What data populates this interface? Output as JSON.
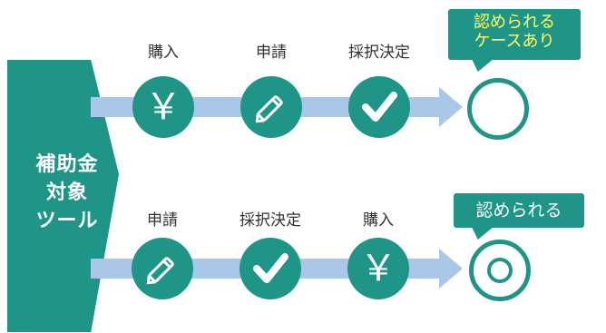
{
  "colors": {
    "teal": "#1f9587",
    "bar": "#a9c7e8",
    "yellow": "#ffff66"
  },
  "tag": {
    "lines": [
      "補助金",
      "対象",
      "ツール"
    ]
  },
  "rows": [
    {
      "steps": [
        {
          "label": "購入",
          "icon": "yen-icon",
          "glyph": "￥"
        },
        {
          "label": "申請",
          "icon": "pen-icon"
        },
        {
          "label": "採択決定",
          "icon": "check-icon"
        }
      ],
      "result": {
        "icon": "single-circle-icon",
        "callout_lines": [
          "認められる",
          "ケースあり"
        ]
      }
    },
    {
      "steps": [
        {
          "label": "申請",
          "icon": "pen-icon"
        },
        {
          "label": "採択決定",
          "icon": "check-icon"
        },
        {
          "label": "購入",
          "icon": "yen-icon",
          "glyph": "￥"
        }
      ],
      "result": {
        "icon": "double-circle-icon",
        "callout_lines": [
          "認められる"
        ]
      }
    }
  ]
}
